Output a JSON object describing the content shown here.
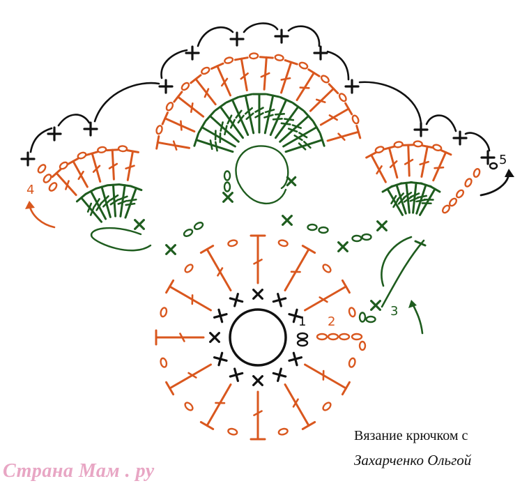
{
  "colors": {
    "orange": "#d9571e",
    "green": "#1e5c1e",
    "black": "#111111",
    "watermark": "#e8a6c4"
  },
  "symbols": {
    "sc": "single-crochet-cross",
    "dc": "double-crochet-t",
    "ch": "chain-oval",
    "ring": "magic-ring",
    "arc": "chain-arch"
  },
  "round_labels": {
    "r1": "1",
    "r2": "2",
    "r3": "3",
    "r4": "4",
    "r5": "5"
  },
  "caption": {
    "line1": "Вязание крючком с",
    "line2": "Захарченко Ольгой"
  },
  "watermark": "Страна Мам . ру"
}
